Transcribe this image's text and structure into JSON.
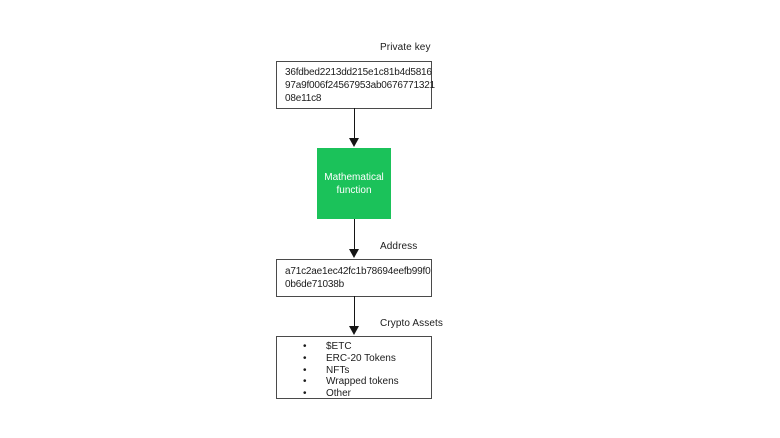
{
  "diagram": {
    "private_key": {
      "label": "Private key",
      "lines": [
        "36fdbed2213dd215e1c81b4d5816",
        "97a9f006f24567953ab0676771321",
        "08e11c8"
      ]
    },
    "math_function": {
      "lines": [
        "Mathematical",
        "function"
      ]
    },
    "address": {
      "label": "Address",
      "lines": [
        "a71c2ae1ec42fc1b78694eefb99f0",
        "0b6de71038b"
      ]
    },
    "crypto_assets": {
      "label": "Crypto Assets",
      "bullet_glyph": "•",
      "items": [
        "$ETC",
        "ERC-20 Tokens",
        "NFTs",
        "Wrapped tokens",
        "Other"
      ]
    },
    "colors": {
      "function_fill": "#1bc25a",
      "function_text": "#ffffff",
      "box_border": "#4a4a4a",
      "text": "#1c1c1c",
      "arrow": "#151515",
      "background": "#ffffff"
    }
  }
}
